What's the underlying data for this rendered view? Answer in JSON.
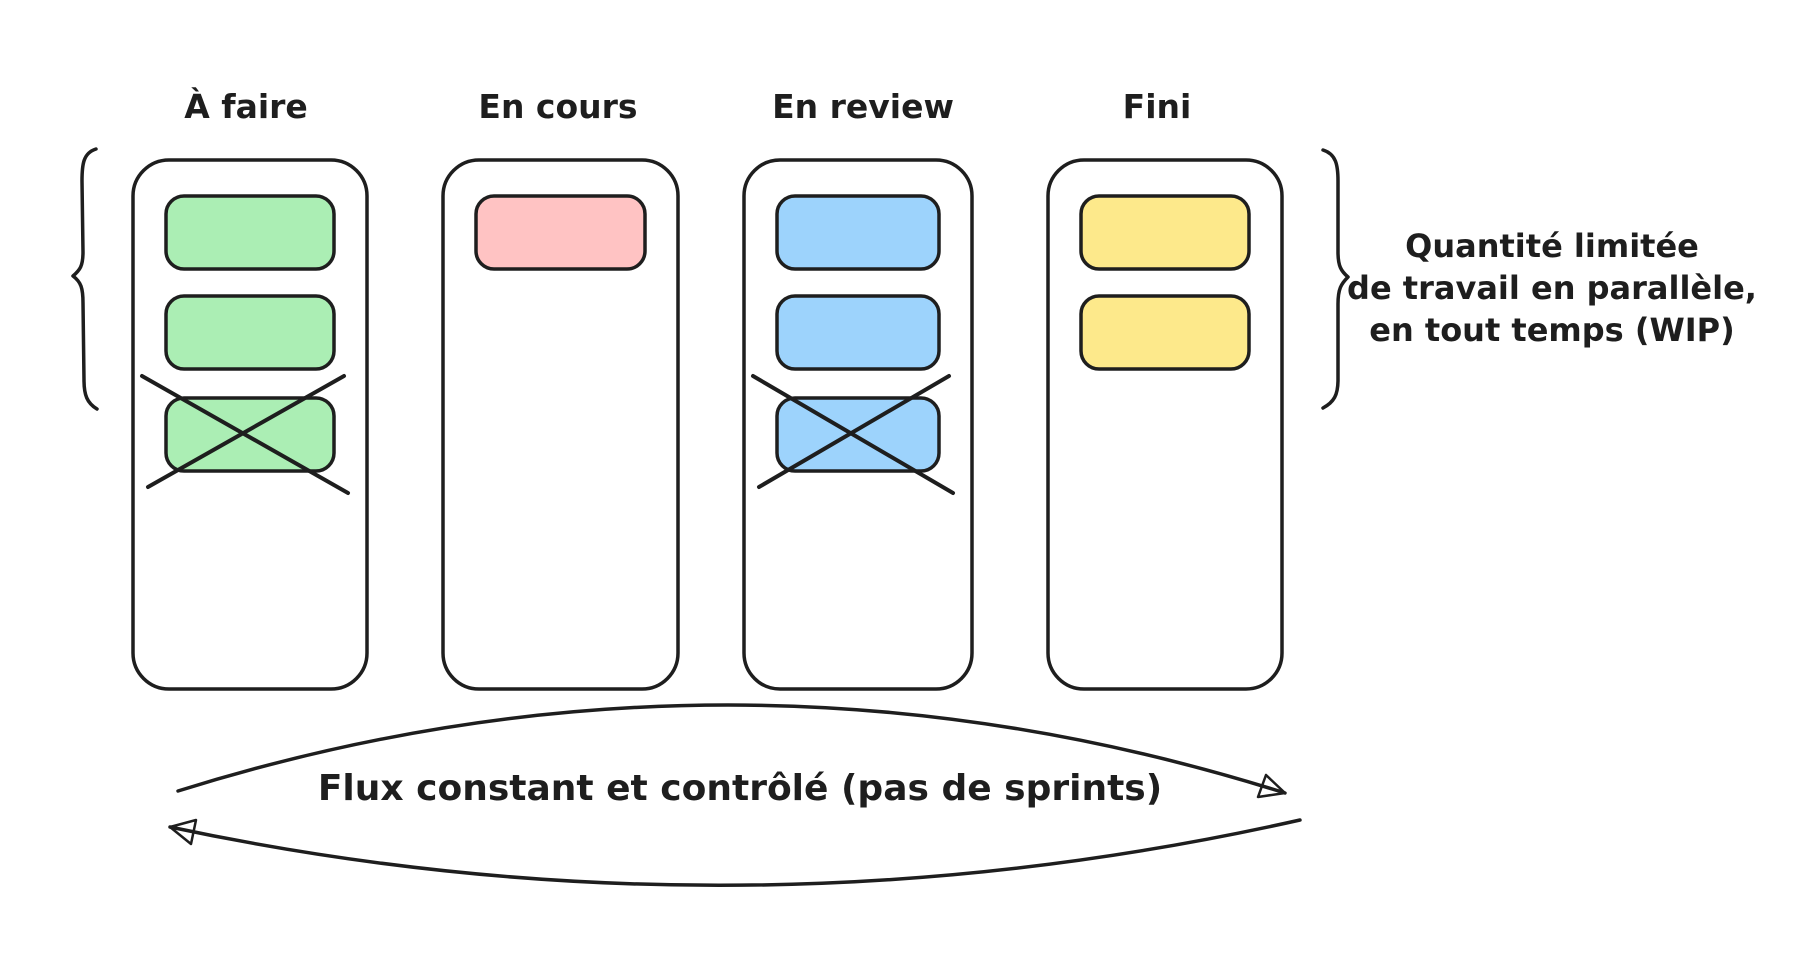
{
  "board": {
    "columns": [
      {
        "id": "a-faire",
        "label": "À faire",
        "card_color": "#abeeb4",
        "cards": [
          {
            "crossed": false
          },
          {
            "crossed": false
          },
          {
            "crossed": true
          }
        ]
      },
      {
        "id": "en-cours",
        "label": "En cours",
        "card_color": "#ffc3c3",
        "cards": [
          {
            "crossed": false
          }
        ]
      },
      {
        "id": "en-review",
        "label": "En review",
        "card_color": "#9dd3fc",
        "cards": [
          {
            "crossed": false
          },
          {
            "crossed": false
          },
          {
            "crossed": true
          }
        ]
      },
      {
        "id": "fini",
        "label": "Fini",
        "card_color": "#fde98b",
        "cards": [
          {
            "crossed": false
          },
          {
            "crossed": false
          }
        ]
      }
    ]
  },
  "annotations": {
    "wip_note": {
      "lines": [
        "Quantité limitée",
        "de travail en parallèle,",
        "en tout temps (WIP)"
      ]
    },
    "flow_label": "Flux constant et contrôlé (pas de sprints)"
  },
  "colors": {
    "ink": "#1e1e1e",
    "background": "#ffffff",
    "green_card": "#abeeb4",
    "pink_card": "#ffc3c3",
    "blue_card": "#9dd3fc",
    "yellow_card": "#fde98b"
  }
}
